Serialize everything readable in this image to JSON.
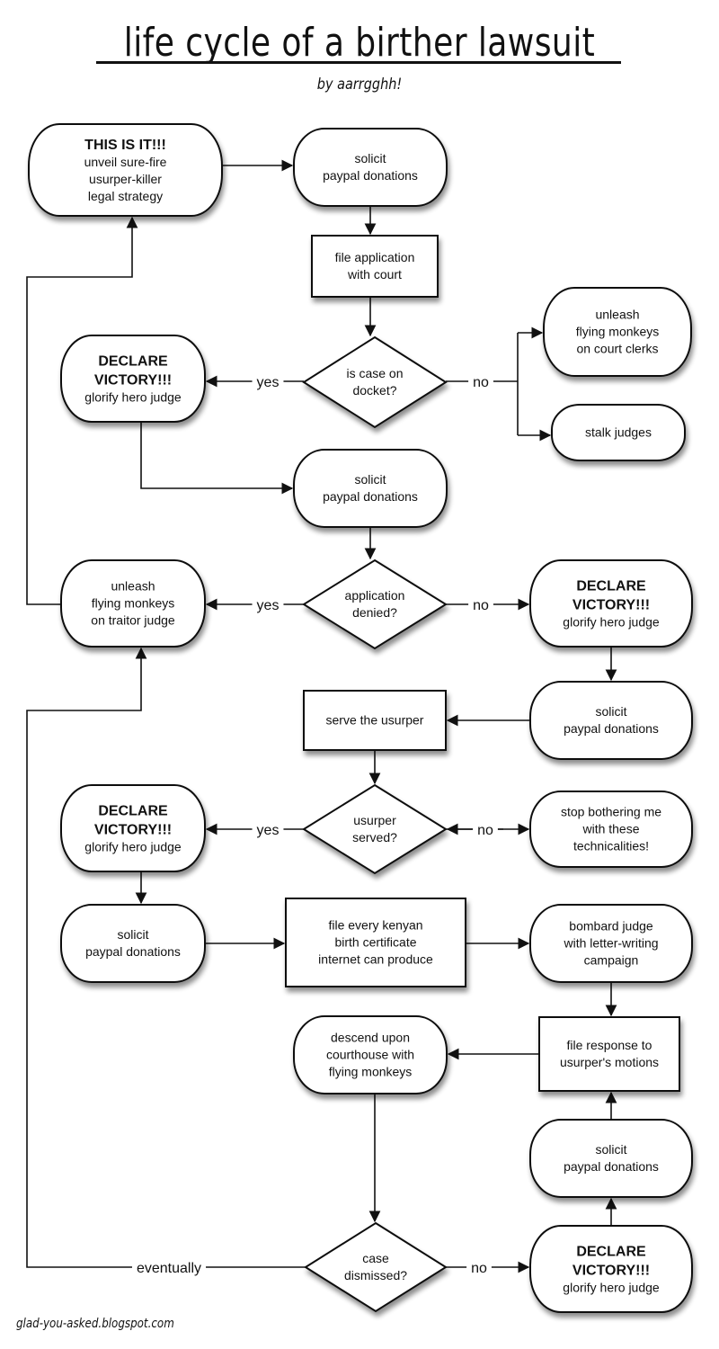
{
  "header": {
    "title": "life cycle of a birther lawsuit",
    "byline": "by aarrgghh!"
  },
  "footer": {
    "credit": "glad-you-asked.blogspot.com"
  },
  "nodes": {
    "this_is_it": {
      "shape": "terminal",
      "lines": [
        {
          "t": "THIS IS IT!!!",
          "b": true
        },
        {
          "t": "unveil sure-fire"
        },
        {
          "t": "usurper-killer"
        },
        {
          "t": "legal strategy"
        }
      ]
    },
    "solicit_1": {
      "shape": "terminal",
      "lines": [
        {
          "t": "solicit"
        },
        {
          "t": "paypal donations"
        }
      ]
    },
    "file_application": {
      "shape": "process",
      "lines": [
        {
          "t": "file application"
        },
        {
          "t": "with court"
        }
      ]
    },
    "case_on_docket": {
      "shape": "decision",
      "lines": [
        {
          "t": "is case on"
        },
        {
          "t": "docket?"
        }
      ]
    },
    "victory_1": {
      "shape": "terminal",
      "lines": [
        {
          "t": "DECLARE",
          "b": true
        },
        {
          "t": "VICTORY!!!",
          "b": true
        },
        {
          "t": "glorify hero judge"
        }
      ]
    },
    "monkeys_clerks": {
      "shape": "terminal",
      "lines": [
        {
          "t": "unleash"
        },
        {
          "t": "flying monkeys"
        },
        {
          "t": "on court clerks"
        }
      ]
    },
    "stalk_judges": {
      "shape": "terminal",
      "lines": [
        {
          "t": "stalk judges"
        }
      ]
    },
    "solicit_2": {
      "shape": "terminal",
      "lines": [
        {
          "t": "solicit"
        },
        {
          "t": "paypal donations"
        }
      ]
    },
    "application_denied": {
      "shape": "decision",
      "lines": [
        {
          "t": "application"
        },
        {
          "t": "denied?"
        }
      ]
    },
    "monkeys_traitor": {
      "shape": "terminal",
      "lines": [
        {
          "t": "unleash"
        },
        {
          "t": "flying monkeys"
        },
        {
          "t": "on traitor judge"
        }
      ]
    },
    "victory_2": {
      "shape": "terminal",
      "lines": [
        {
          "t": "DECLARE",
          "b": true
        },
        {
          "t": "VICTORY!!!",
          "b": true
        },
        {
          "t": "glorify hero judge"
        }
      ]
    },
    "solicit_3": {
      "shape": "terminal",
      "lines": [
        {
          "t": "solicit"
        },
        {
          "t": "paypal donations"
        }
      ]
    },
    "serve_usurper": {
      "shape": "process",
      "lines": [
        {
          "t": "serve the usurper"
        }
      ]
    },
    "usurper_served": {
      "shape": "decision",
      "lines": [
        {
          "t": "usurper"
        },
        {
          "t": "served?"
        }
      ]
    },
    "victory_3": {
      "shape": "terminal",
      "lines": [
        {
          "t": "DECLARE",
          "b": true
        },
        {
          "t": "VICTORY!!!",
          "b": true
        },
        {
          "t": "glorify hero judge"
        }
      ]
    },
    "technicalities": {
      "shape": "terminal",
      "lines": [
        {
          "t": "stop bothering me"
        },
        {
          "t": "with these"
        },
        {
          "t": "technicalities!"
        }
      ]
    },
    "solicit_4": {
      "shape": "terminal",
      "lines": [
        {
          "t": "solicit"
        },
        {
          "t": "paypal donations"
        }
      ]
    },
    "file_kenyan": {
      "shape": "process",
      "lines": [
        {
          "t": "file every kenyan"
        },
        {
          "t": "birth certificate"
        },
        {
          "t": "internet can produce"
        }
      ]
    },
    "bombard_judge": {
      "shape": "terminal",
      "lines": [
        {
          "t": "bombard judge"
        },
        {
          "t": "with letter-writing"
        },
        {
          "t": "campaign"
        }
      ]
    },
    "descend_courthouse": {
      "shape": "terminal",
      "lines": [
        {
          "t": "descend upon"
        },
        {
          "t": "courthouse with"
        },
        {
          "t": "flying monkeys"
        }
      ]
    },
    "file_response": {
      "shape": "process",
      "lines": [
        {
          "t": "file response to"
        },
        {
          "t": "usurper's motions"
        }
      ]
    },
    "solicit_5": {
      "shape": "terminal",
      "lines": [
        {
          "t": "solicit"
        },
        {
          "t": "paypal donations"
        }
      ]
    },
    "case_dismissed": {
      "shape": "decision",
      "lines": [
        {
          "t": "case"
        },
        {
          "t": "dismissed?"
        }
      ]
    },
    "victory_4": {
      "shape": "terminal",
      "lines": [
        {
          "t": "DECLARE",
          "b": true
        },
        {
          "t": "VICTORY!!!",
          "b": true
        },
        {
          "t": "glorify hero judge"
        }
      ]
    }
  },
  "edges": [
    {
      "from": "this_is_it",
      "to": "solicit_1",
      "label": ""
    },
    {
      "from": "solicit_1",
      "to": "file_application",
      "label": ""
    },
    {
      "from": "file_application",
      "to": "case_on_docket",
      "label": ""
    },
    {
      "from": "case_on_docket",
      "to": "victory_1",
      "label": "yes"
    },
    {
      "from": "case_on_docket",
      "to": "monkeys_clerks",
      "label": "no"
    },
    {
      "from": "case_on_docket",
      "to": "stalk_judges",
      "label": "no"
    },
    {
      "from": "victory_1",
      "to": "solicit_2",
      "label": ""
    },
    {
      "from": "solicit_2",
      "to": "application_denied",
      "label": ""
    },
    {
      "from": "application_denied",
      "to": "monkeys_traitor",
      "label": "yes"
    },
    {
      "from": "application_denied",
      "to": "victory_2",
      "label": "no"
    },
    {
      "from": "monkeys_traitor",
      "to": "this_is_it",
      "label": ""
    },
    {
      "from": "victory_2",
      "to": "solicit_3",
      "label": ""
    },
    {
      "from": "solicit_3",
      "to": "serve_usurper",
      "label": ""
    },
    {
      "from": "serve_usurper",
      "to": "usurper_served",
      "label": ""
    },
    {
      "from": "usurper_served",
      "to": "victory_3",
      "label": "yes"
    },
    {
      "from": "usurper_served",
      "to": "technicalities",
      "label": "no"
    },
    {
      "from": "victory_3",
      "to": "solicit_4",
      "label": ""
    },
    {
      "from": "solicit_4",
      "to": "file_kenyan",
      "label": ""
    },
    {
      "from": "file_kenyan",
      "to": "bombard_judge",
      "label": ""
    },
    {
      "from": "bombard_judge",
      "to": "file_response",
      "label": ""
    },
    {
      "from": "file_response",
      "to": "descend_courthouse",
      "label": ""
    },
    {
      "from": "descend_courthouse",
      "to": "case_dismissed",
      "label": ""
    },
    {
      "from": "case_dismissed",
      "to": "victory_4",
      "label": "no"
    },
    {
      "from": "case_dismissed",
      "to": "monkeys_traitor",
      "label": "eventually"
    },
    {
      "from": "victory_4",
      "to": "solicit_5",
      "label": ""
    },
    {
      "from": "solicit_5",
      "to": "file_response",
      "label": ""
    }
  ],
  "edge_labels": {
    "yes": "yes",
    "no": "no",
    "eventually": "eventually"
  }
}
